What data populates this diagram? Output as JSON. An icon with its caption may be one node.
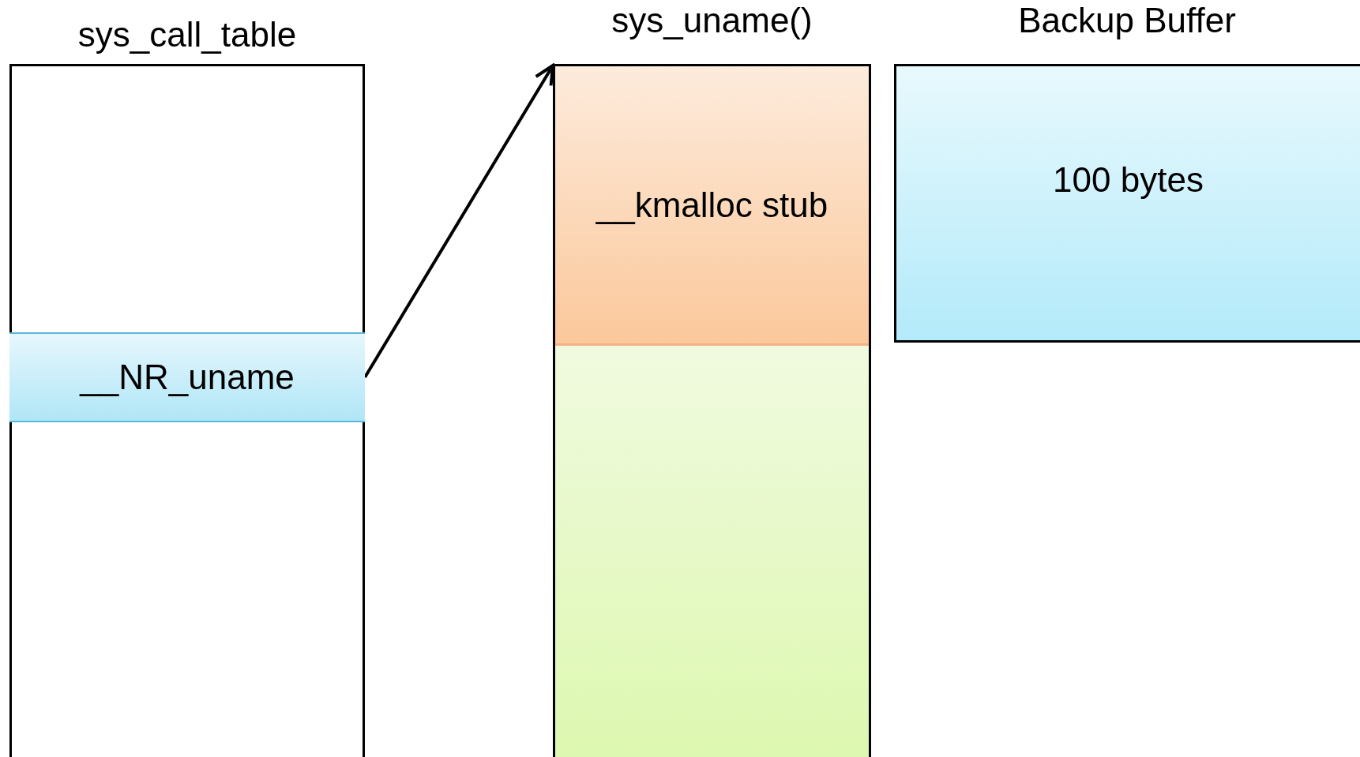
{
  "diagram": {
    "nodes": [
      {
        "text": [
          "sys_call_table"
        ]
      },
      {
        "text": [
          "__NR_uname"
        ],
        "in": 0
      },
      {
        "text": [
          "sys_uname()"
        ]
      },
      {
        "text": [
          "__kmalloc stub"
        ],
        "in": 2
      },
      {
        "text": [],
        "shape": "box",
        "in": 2
      },
      {
        "text": [
          "Backup Buffer",
          "100 bytes"
        ]
      }
    ],
    "edges": [
      {
        "from": 1,
        "to": 2,
        "arrow": "to"
      }
    ]
  }
}
